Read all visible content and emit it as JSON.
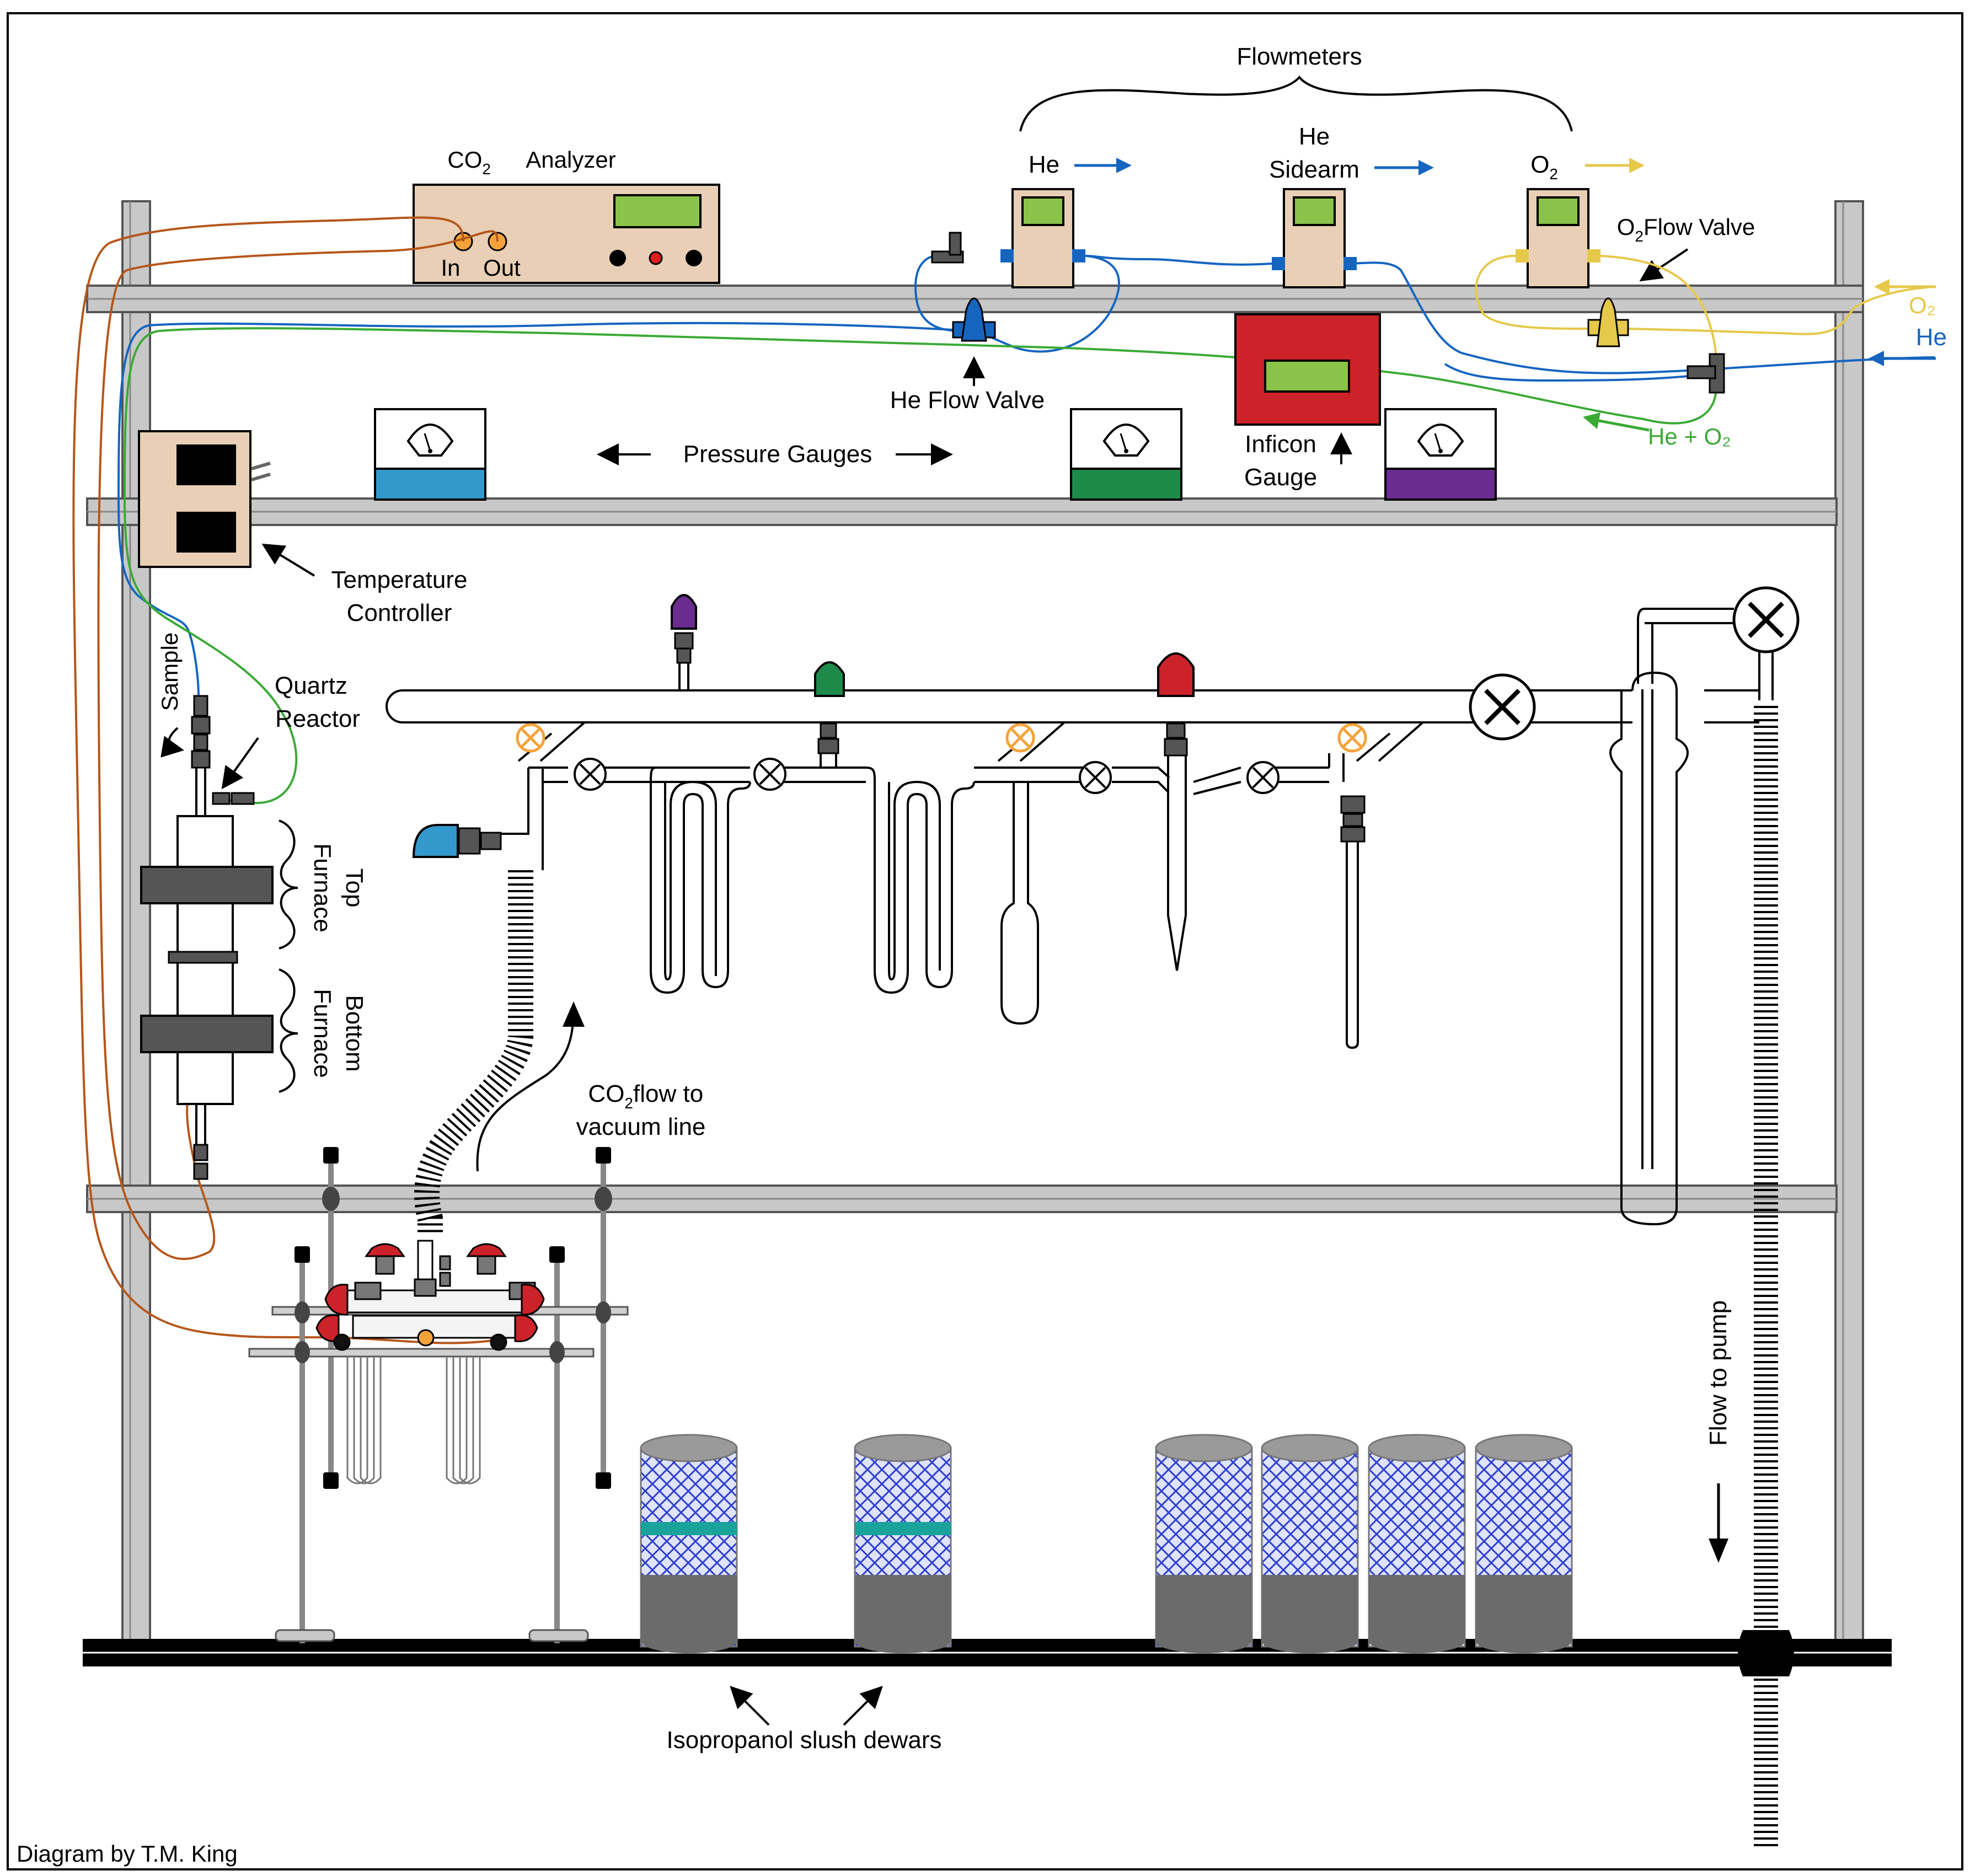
{
  "labels": {
    "flowmeters": "Flowmeters",
    "co2_analyzer_main": "CO",
    "co2_analyzer_sub": "2",
    "co2_analyzer_tail": " Analyzer",
    "analyzer_in": "In",
    "analyzer_out": "Out",
    "he": "He",
    "he_sidearm_1": "He",
    "he_sidearm_2": "Sidearm",
    "o2_main": "O",
    "o2_sub": "2",
    "o2_flow_valve_main": "O",
    "o2_flow_valve_sub": "2",
    "o2_flow_valve_tail": " Flow Valve",
    "o2_inlet": "O₂",
    "he_inlet": "He",
    "he_plus_o2": "He + O₂",
    "he_flow_valve": "He Flow Valve",
    "inficon_1": "Inficon",
    "inficon_2": "Gauge",
    "pressure_gauges": "Pressure Gauges",
    "temperature_1": "Temperature",
    "temperature_2": "Controller",
    "sample": "Sample",
    "quartz_1": "Quartz",
    "quartz_2": "Reactor",
    "top_furnace_1": "Top",
    "top_furnace_2": "Furnace",
    "bottom_furnace_1": "Bottom",
    "bottom_furnace_2": "Furnace",
    "co2_flow_main": "CO",
    "co2_flow_sub": "2",
    "co2_flow_tail": " flow to",
    "co2_flow_2": "vacuum line",
    "flow_to_pump": "Flow to pump",
    "isopropanol": "Isopropanol slush dewars",
    "credit": "Diagram by T.M. King"
  },
  "colors": {
    "frame_gray": "#c8c8c8",
    "device_tan": "#e8cfb5",
    "display_green": "#8bc34a",
    "he_blue": "#1565c0",
    "o2_yellow": "#e6c84a",
    "mix_green": "#3aaa35",
    "analyzer_brown": "#b5561a",
    "gauge_blue": "#3399cc",
    "gauge_green": "#1e8a4a",
    "gauge_purple": "#6a2c8e",
    "inficon_red": "#cc2229",
    "valve_orange": "#f5a23a",
    "dewar_blue": "#2f3fcf",
    "dewar_teal": "#1aa39b",
    "dewar_gray": "#6b6b6b"
  }
}
